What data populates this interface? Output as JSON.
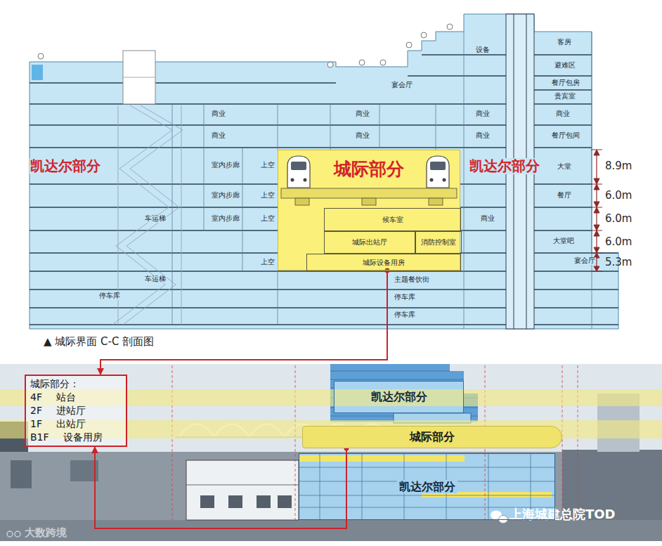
{
  "diagram": {
    "caption": "▲ 城际界面 C-C 剖面图",
    "nodes": [
      {
        "text": [
          "城际部分"
        ]
      },
      {
        "text": [
          "候车室"
        ],
        "in": 0
      },
      {
        "text": [
          "城际出站厅"
        ],
        "in": 0
      },
      {
        "text": [
          "消防控制室"
        ],
        "in": 0
      },
      {
        "text": [
          "城际设备用房"
        ],
        "in": 0
      },
      {
        "text": [
          "城际部分：",
          "4F 站台",
          "2F 进站厅",
          "1F 出站厅",
          "B1F 设备用房"
        ]
      },
      {
        "text": [
          "凯达尔部分"
        ]
      },
      {
        "text": [
          "城际部分"
        ]
      },
      {
        "text": [
          "凯达尔部分"
        ]
      }
    ],
    "edges": [
      {
        "from": 0,
        "to": 5,
        "arrow": "to"
      },
      {
        "from": 7,
        "to": 5,
        "arrow": "to"
      }
    ],
    "labels": [
      "客房",
      "设备",
      "避难区",
      "宴会厅",
      "餐厅包房",
      "贵宾室",
      "商业",
      "商业",
      "商业",
      "商业",
      "商业",
      "商业",
      "商业",
      "餐厅包间",
      "凯达尔部分",
      "室内步廊",
      "上空",
      "凯达尔部分",
      "大堂",
      "8.9m",
      "室内步廊",
      "上空",
      "餐厅",
      "6.0m",
      "车运梯",
      "室内步廊",
      "上空",
      "商业",
      "6.0m",
      "大堂吧",
      "6.0m",
      "上空",
      "宴会厅",
      "5.3m",
      "车运梯",
      "主题餐饮街",
      "停车库",
      "停车库",
      "停车库",
      "大数跨境",
      "上海城建总院TOD"
    ]
  }
}
